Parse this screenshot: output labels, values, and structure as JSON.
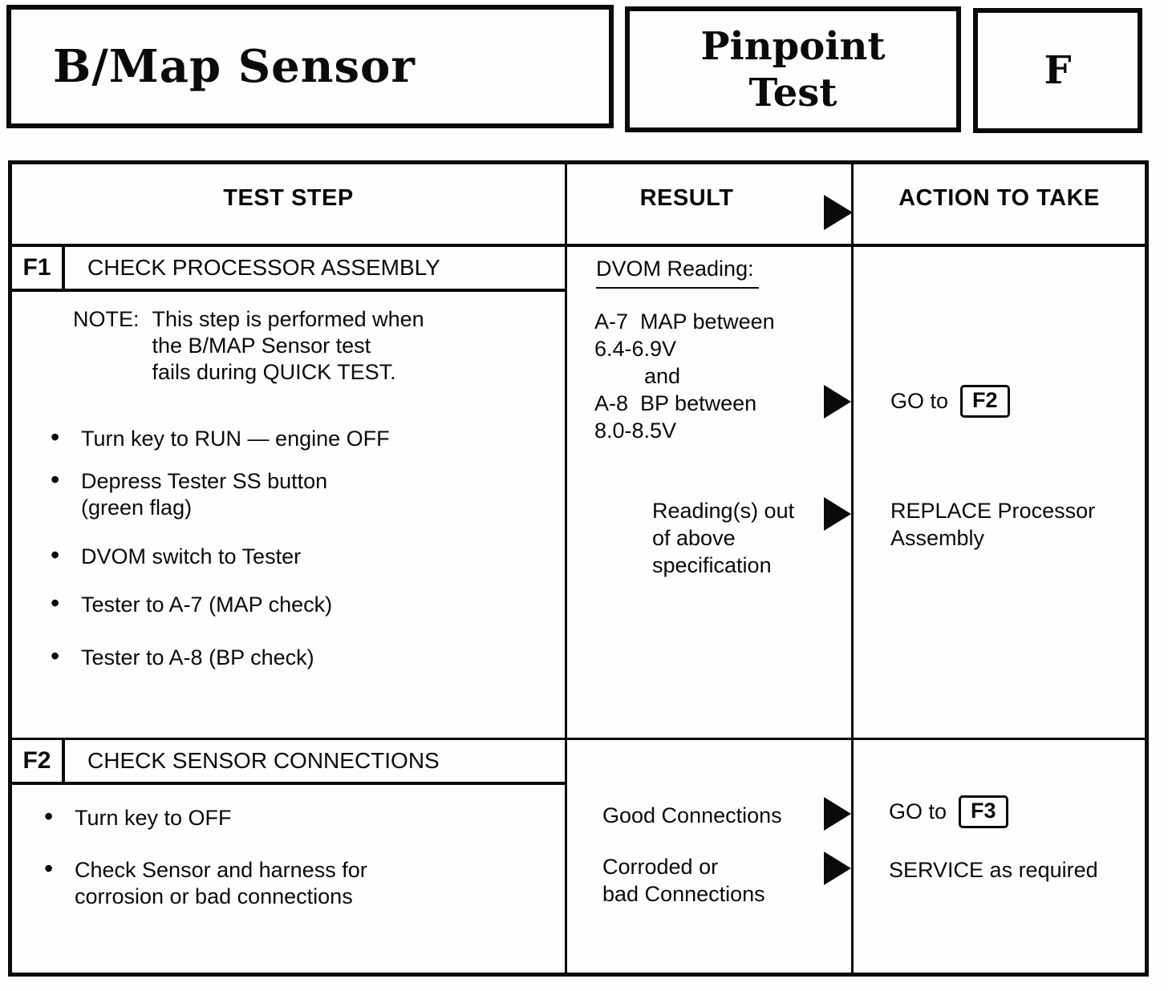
{
  "header": {
    "title": "B/Map Sensor",
    "doc_type_line1": "Pinpoint",
    "doc_type_line2": "Test",
    "section_letter": "F"
  },
  "icons": {
    "result_arrow": "right-solid-triangle"
  },
  "table": {
    "col_test_step": "TEST STEP",
    "col_result": "RESULT",
    "col_action": "ACTION TO TAKE",
    "f1": {
      "id": "F1",
      "title": "CHECK PROCESSOR ASSEMBLY",
      "note_label": "NOTE:",
      "note_line1": "This step is performed when",
      "note_line2": "the B/MAP Sensor test",
      "note_line3": "fails during QUICK TEST.",
      "bullet1": "Turn key to RUN — engine OFF",
      "bullet2a": "Depress Tester SS button",
      "bullet2b": "(green flag)",
      "bullet3": "DVOM switch to Tester",
      "bullet4": "Tester to A-7 (MAP check)",
      "bullet5": "Tester to A-8 (BP check)",
      "result_heading": "DVOM Reading:",
      "spec_line1": "A-7  MAP between",
      "spec_line2": "6.4-6.9V",
      "spec_line3": "and",
      "spec_line4": "A-8  BP between",
      "spec_line5": "8.0-8.5V",
      "outcome2_line1": "Reading(s) out",
      "outcome2_line2": "of above",
      "outcome2_line3": "specification",
      "action1_prefix": "GO to",
      "action1_target": "F2",
      "action2_line1": "REPLACE Processor",
      "action2_line2": "Assembly"
    },
    "f2": {
      "id": "F2",
      "title": "CHECK SENSOR CONNECTIONS",
      "bullet1": "Turn key to OFF",
      "bullet2a": "Check Sensor and harness for",
      "bullet2b": "corrosion or bad connections",
      "result1": "Good Connections",
      "result2a": "Corroded or",
      "result2b": "bad Connections",
      "action1_prefix": "GO to",
      "action1_target": "F3",
      "action2": "SERVICE as required"
    }
  }
}
